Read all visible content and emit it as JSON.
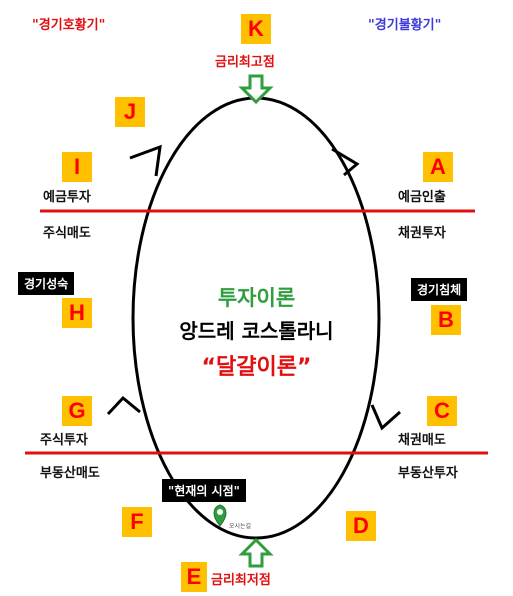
{
  "corners": {
    "left": "\"경기호황기\"",
    "right": "\"경기불황기\""
  },
  "colors": {
    "red": "#e01010",
    "blue": "#3a3adf",
    "green": "#2e9e3e",
    "yellow": "#ffc000",
    "black": "#000000"
  },
  "points": {
    "K": {
      "letter": "K",
      "label": "금리최고점"
    },
    "E": {
      "letter": "E",
      "label": "금리최저점"
    },
    "J": {
      "letter": "J"
    },
    "I": {
      "letter": "I",
      "top": "예금투자",
      "bottom": "주식매도"
    },
    "A": {
      "letter": "A",
      "top": "예금인출",
      "bottom": "채권투자"
    },
    "H": {
      "letter": "H",
      "badge": "경기성숙"
    },
    "B": {
      "letter": "B",
      "badge": "경기침체"
    },
    "G": {
      "letter": "G",
      "top": "주식투자",
      "bottom": "부동산매도"
    },
    "C": {
      "letter": "C",
      "top": "채권매도",
      "bottom": "부동산투자"
    },
    "F": {
      "letter": "F"
    },
    "D": {
      "letter": "D"
    }
  },
  "center": {
    "line1": "투자이론",
    "line2": "앙드레 코스톨라니",
    "line3": "“달걀이론”"
  },
  "current": {
    "badge": "\"현재의 시점\"",
    "marker_label": "오시는길",
    "marker_icon": "map-pin-icon"
  }
}
